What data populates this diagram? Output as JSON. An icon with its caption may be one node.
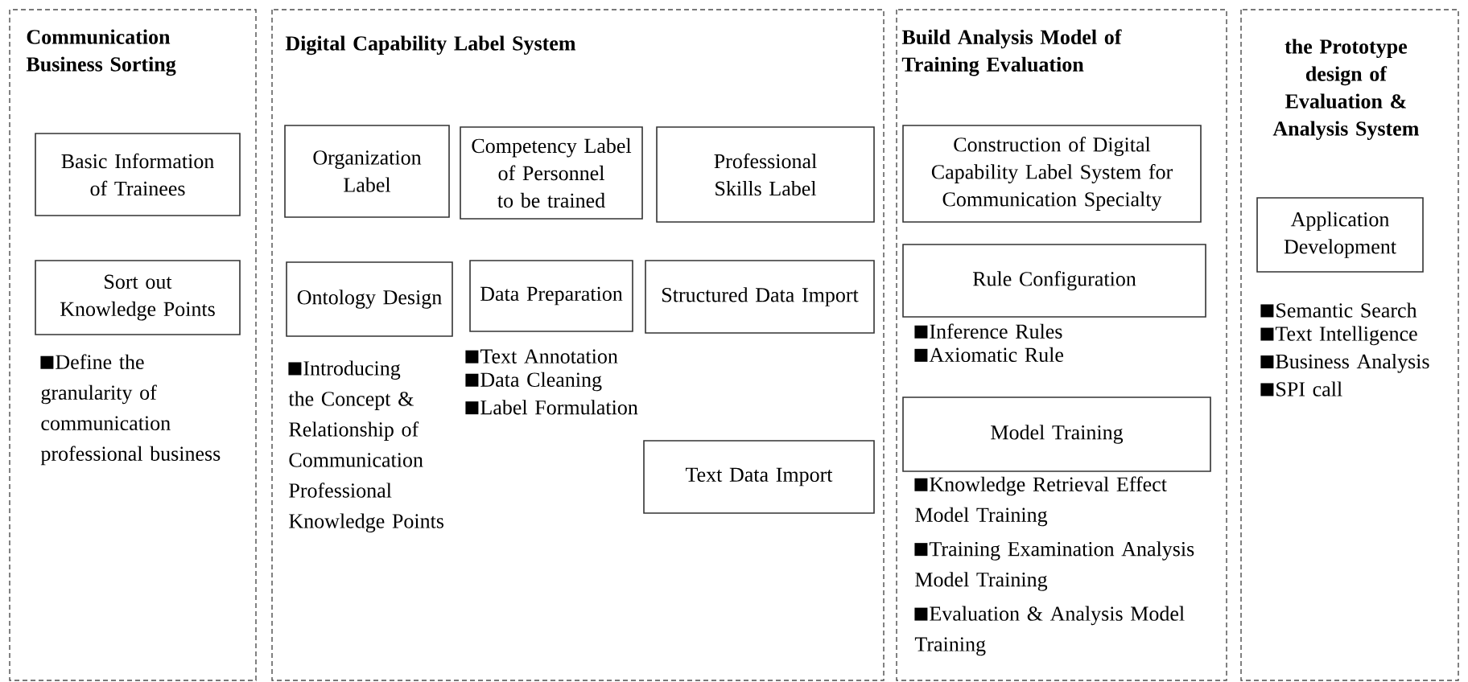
{
  "diagram": {
    "nodes": [
      {
        "text": [
          "Communication Business Sorting"
        ]
      },
      {
        "text": [
          "Basic Information of Trainees"
        ],
        "in": 0
      },
      {
        "text": [
          "Sort out Knowledge Points"
        ],
        "in": 0,
        "beside": [
          "Define the granularity of communication professional business"
        ]
      },
      {
        "text": [
          "Digital Capability Label System"
        ]
      },
      {
        "text": [
          "Organization Label"
        ],
        "in": 3
      },
      {
        "text": [
          "Competency Label of Personnel to be trained"
        ],
        "in": 3
      },
      {
        "text": [
          "Professional Skills Label"
        ],
        "in": 3
      },
      {
        "text": [
          "Ontology Design"
        ],
        "in": 3,
        "beside": [
          "Introducing the Concept & Relationship of Communication Professional Knowledge Points"
        ]
      },
      {
        "text": [
          "Data Preparation"
        ],
        "in": 3,
        "beside": [
          "Text Annotation",
          "Data Cleaning",
          "Label Formulation"
        ]
      },
      {
        "text": [
          "Structured Data Import"
        ],
        "in": 3
      },
      {
        "text": [
          "Text Data Import"
        ],
        "in": 3
      },
      {
        "text": [
          "Build Analysis Model of Training Evaluation"
        ]
      },
      {
        "text": [
          "Construction of Digital Capability Label System for Communication Specialty"
        ],
        "in": 11
      },
      {
        "text": [
          "Rule Configuration"
        ],
        "in": 11,
        "beside": [
          "Inference Rules",
          "Axiomatic Rule"
        ]
      },
      {
        "text": [
          "Model Training"
        ],
        "in": 11,
        "beside": [
          "Knowledge Retrieval Effect Model Training",
          "Training Examination Analysis Model Training",
          "Evaluation & Analysis Model Training"
        ]
      },
      {
        "text": [
          "the Prototype design of Evaluation & Analysis System"
        ]
      },
      {
        "text": [
          "Application Development"
        ],
        "in": 15,
        "beside": [
          "Semantic Search",
          "Text Intelligence",
          "Business Analysis",
          "SPI call"
        ]
      }
    ]
  }
}
